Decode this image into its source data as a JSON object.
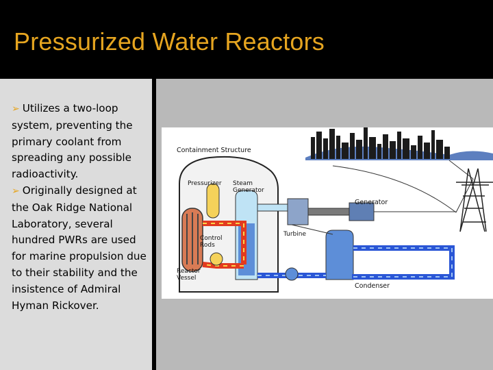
{
  "slide": {
    "title": "Pressurized Water Reactors",
    "bullets": [
      "Utilizes a two-loop system, preventing the primary coolant from spreading any possible radioactivity.",
      "Originally designed at the Oak Ridge National Laboratory, several hundred PWRs are used for marine propulsion due to their stability and the insistence of Admiral Hyman Rickover."
    ]
  },
  "diagram": {
    "labels": {
      "containment": "Containment Structure",
      "pressurizer": "Pressurizer",
      "steam_generator_1": "Steam",
      "steam_generator_2": "Generator",
      "control_rods_1": "Control",
      "control_rods_2": "Rods",
      "reactor_vessel_1": "Reactor",
      "reactor_vessel_2": "Vessel",
      "turbine": "Turbine",
      "generator": "Generator",
      "condenser": "Condenser"
    }
  },
  "colors": {
    "title": "#e6a520",
    "primary_loop": "#e23a1f",
    "secondary_loop": "#2a56d6",
    "steam": "#bfe3f5"
  }
}
